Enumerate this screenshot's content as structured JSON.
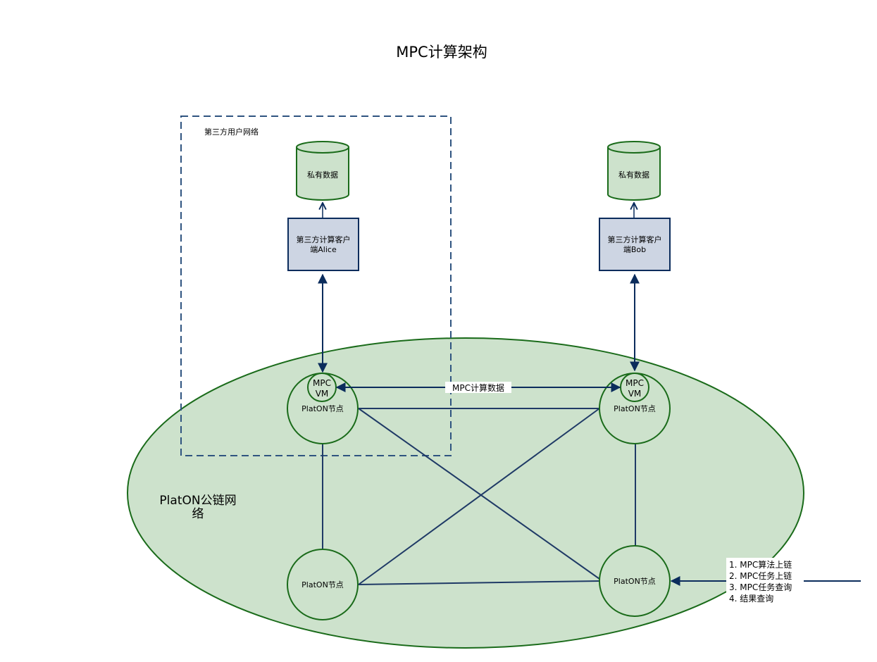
{
  "title": "MPC计算架构",
  "third_party_network_label": "第三方用户网络",
  "platon_network_label": [
    "PlatON公链网",
    "络"
  ],
  "db_alice": "私有数据",
  "db_bob": "私有数据",
  "client_alice": [
    "第三方计算客户",
    "端Alice"
  ],
  "client_bob": [
    "第三方计算客户",
    "端Bob"
  ],
  "vm_label": [
    "MPC",
    "VM"
  ],
  "node_label": "PlatON节点",
  "mpc_data_label": "MPC计算数据",
  "operations": [
    "1. MPC算法上链",
    "2. MPC任务上链",
    "3. MPC任务查询",
    "4. 结果查询"
  ],
  "colors": {
    "node_fill": "#cde2cc",
    "node_stroke": "#1a6b1a",
    "client_fill": "#cdd5e3",
    "edge": "#1f3a66",
    "dashed_border": "#2f5480"
  }
}
